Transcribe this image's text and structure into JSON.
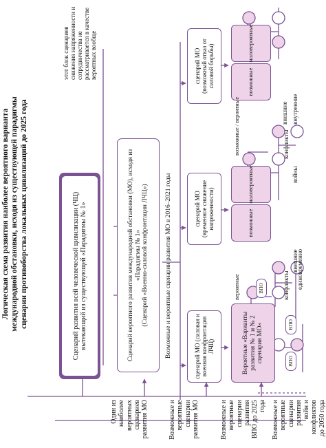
{
  "title": {
    "line1": "Логическая схема развития наиболее вероятного варианта",
    "line2": "международной обстановки, исходя из существующей парадигмы",
    "line3": "сценарии противоборства локальных цивилизаций до 2025 года"
  },
  "boxes": {
    "civilization": "Сценарий развития всей человеческой цивилизации (ЧЦ) вытекающий из существующей «Парадигмы № 1»",
    "international": "Сценарий вероятного развития международной обстановки (МО), исходя из «Парадигмы № 1»",
    "international_sub": "(Сценарий «Военно-силовой конфронтации ЛЧЦ»)",
    "scenario_a": "сценарий МО (силовая и военная конфронтация ЛЧЦ)",
    "scenario_b": "сценарий МО (временное снижение напряженности)",
    "scenario_c": "сценарий МО (возможный отказ от силовой борьбы)",
    "variants": "Вероятные «Варианты развития № 1 и № 2 сценария МО»",
    "possible": "возможные",
    "unlikely": "маловероятные"
  },
  "labels": {
    "possible_scenarios_period": "Возможные и вероятные сценарии развития МО в 2016–2021 годы",
    "probable": "вероятные",
    "possible_probable": "возможные / вероятные",
    "vpo": "ВПО",
    "conflicts": "конфликты",
    "wars": "войны",
    "internal": "внутренние",
    "external": "внешние",
    "unified": "единовременно"
  },
  "left_labels": {
    "one_of": "Один из наиболее вероятных сценариев развития МО",
    "mo_scenarios": "Возможные и вероятные сценарии развития МО",
    "vpo_scenarios": "Возможные и вероятные сценарии развития ВПО до 2025 года",
    "wars_scenarios": "Возможные и вероятные сценарии развития войн и конфликтов до 2050 года"
  },
  "side_note": "этот блок сценариев снижения напряженности и сотрудничества не рассматривается в качестве вероятных вообще",
  "colors": {
    "accent": "#7b5294",
    "pink": "#eed3e9",
    "text": "#1a1a1a"
  }
}
